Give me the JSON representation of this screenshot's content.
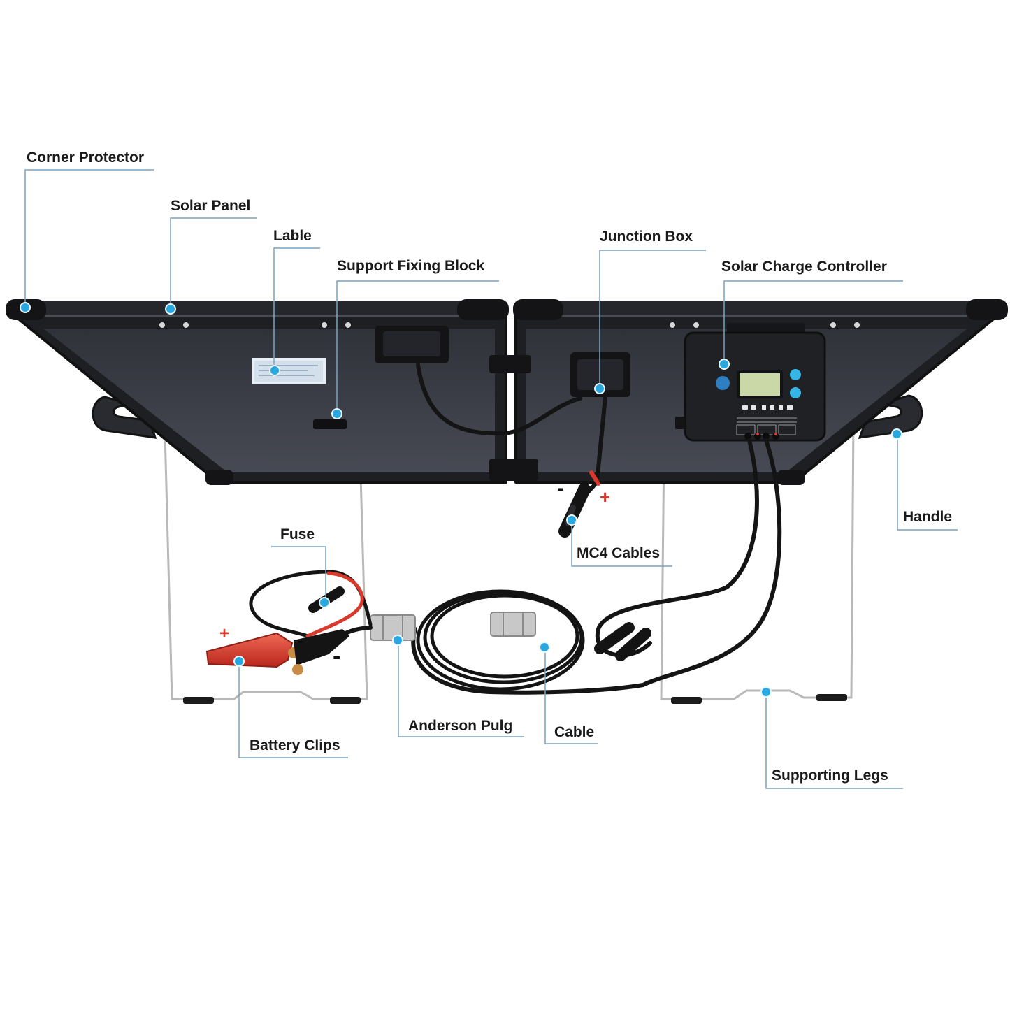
{
  "colors": {
    "leader": "#7aa3c4",
    "dot": "#29a8e0",
    "panel_frame": "#1e1f23",
    "panel_face": "#3a3c44",
    "clip_red": "#d8392b",
    "cable": "#141414",
    "plug_grey": "#c8c8c8",
    "controller_body": "#202124",
    "lcd": "#c9d8a6",
    "button_blue": "#35b6e6"
  },
  "labels": {
    "corner_protector": "Corner Protector",
    "solar_panel": "Solar Panel",
    "lable": "Lable",
    "support_fixing_block": "Support Fixing Block",
    "junction_box": "Junction Box",
    "solar_charge_controller": "Solar Charge Controller",
    "handle": "Handle",
    "mc4_cables": "MC4 Cables",
    "fuse": "Fuse",
    "battery_clips": "Battery Clips",
    "anderson_pulg": "Anderson Pulg",
    "cable": "Cable",
    "supporting_legs": "Supporting Legs"
  },
  "polarity": {
    "mc4_negative": "-",
    "mc4_positive": "+",
    "clip_positive": "+",
    "clip_negative": "-"
  },
  "icons": {
    "callout_marker": "dot-icon",
    "logo": "acopower-logo-icon"
  }
}
